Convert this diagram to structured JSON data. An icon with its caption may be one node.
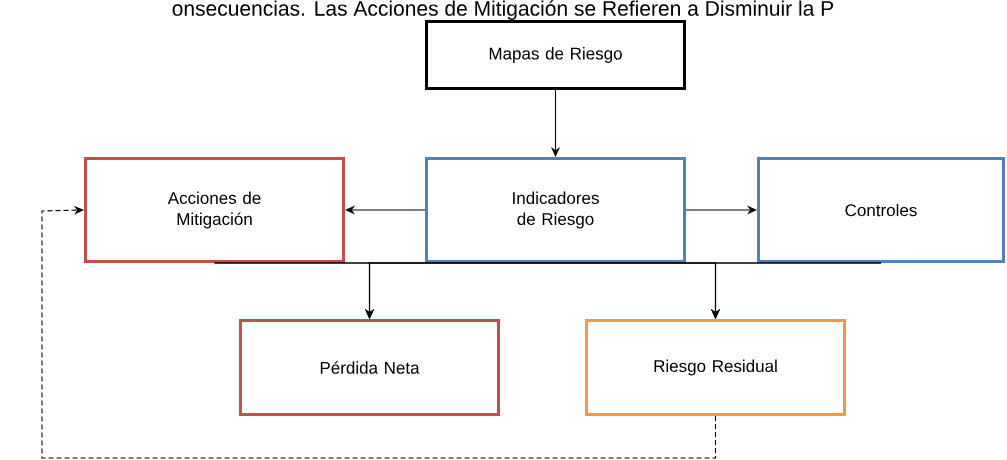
{
  "diagram": {
    "nodes": [
      {
        "text": [
          "Mapas de Riesgo"
        ]
      },
      {
        "text": [
          "Acciones de Mitigación"
        ]
      },
      {
        "text": [
          "Indicadores de Riesgo"
        ]
      },
      {
        "text": [
          "Controles"
        ]
      },
      {
        "text": [
          "Pérdida Neta"
        ]
      },
      {
        "text": [
          "Riesgo Residual"
        ]
      }
    ],
    "edges": [
      {
        "from": 0,
        "to": 2,
        "arrow": "to"
      },
      {
        "from": 2,
        "to": 1,
        "arrow": "to"
      },
      {
        "from": 2,
        "to": 3,
        "arrow": "to"
      },
      {
        "from": 1,
        "to": 4,
        "arrow": "to"
      },
      {
        "from": 2,
        "to": 4,
        "arrow": "to"
      },
      {
        "from": 3,
        "to": 4,
        "arrow": "to"
      },
      {
        "from": 1,
        "to": 5,
        "arrow": "to"
      },
      {
        "from": 2,
        "to": 5,
        "arrow": "to"
      },
      {
        "from": 3,
        "to": 5,
        "arrow": "to"
      },
      {
        "from": 5,
        "to": 1,
        "arrow": "to",
        "style": "dashed"
      }
    ],
    "labels": [
      "onsecuencias. Las Acciones de Mitigación se Refieren a Disminuir la P"
    ]
  }
}
